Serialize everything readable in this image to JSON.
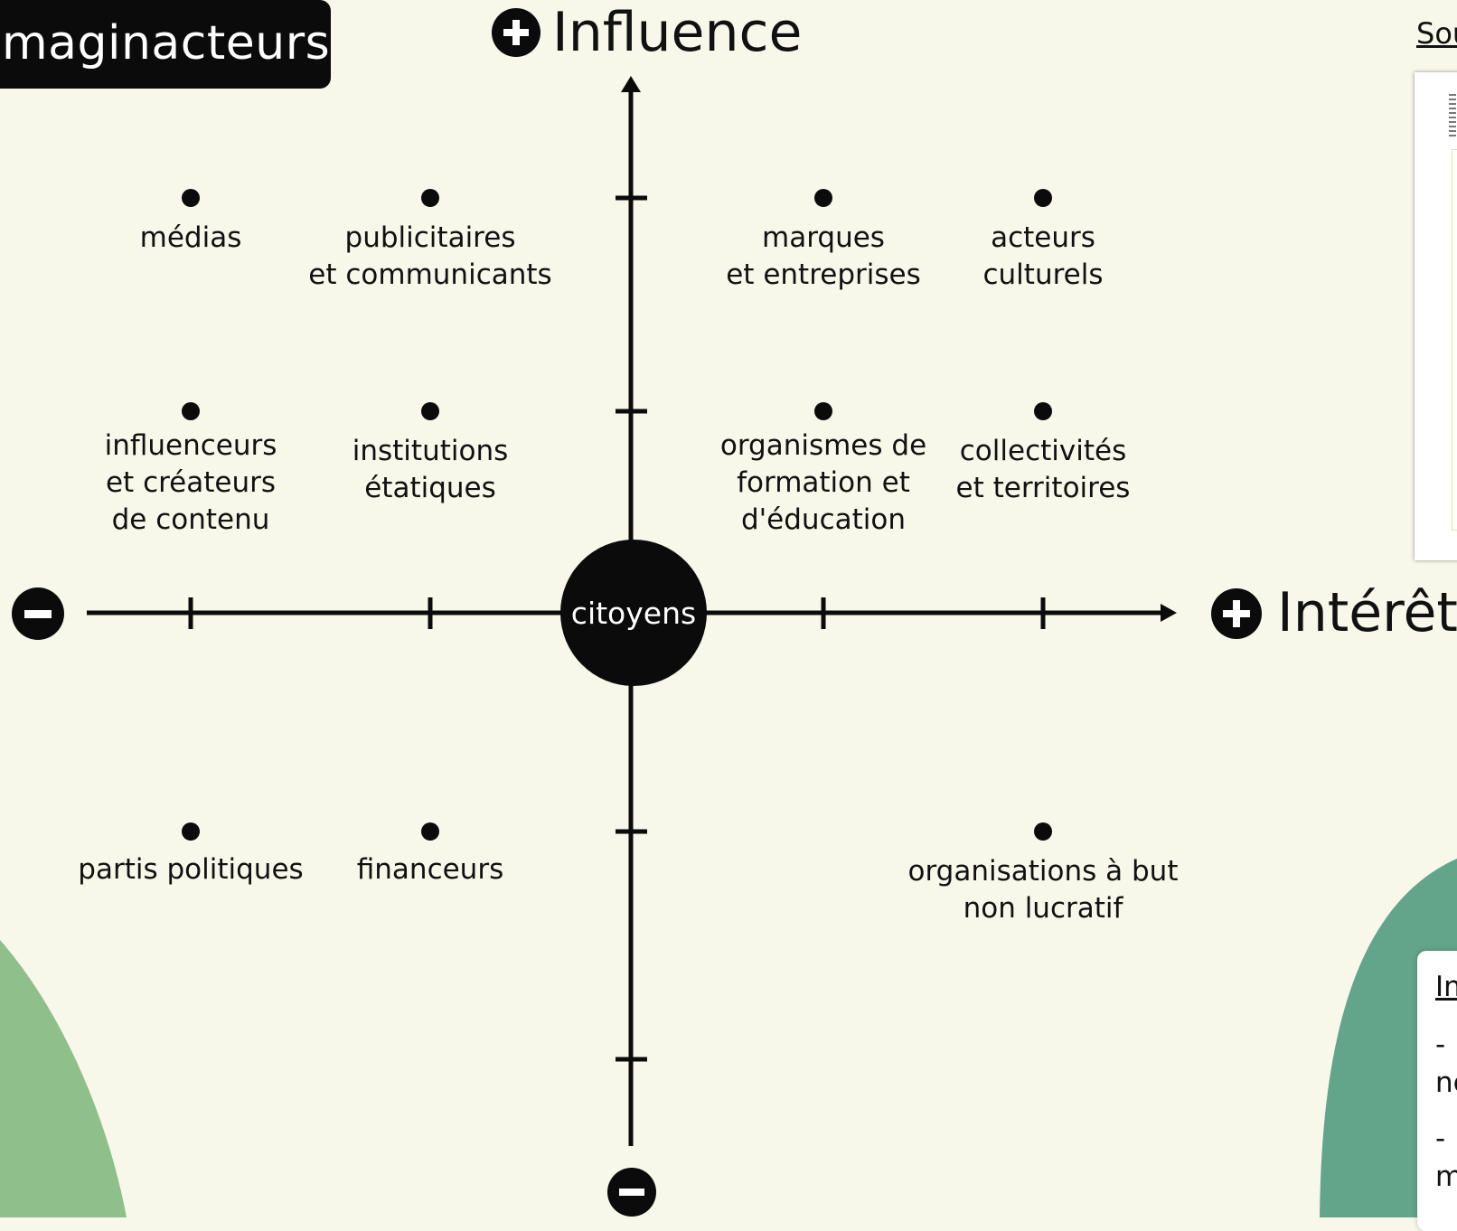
{
  "title": "maginacteurs",
  "axes": {
    "vertical": {
      "label": "Influence",
      "top_symbol": "+",
      "bottom_symbol": "−"
    },
    "horizontal": {
      "label": "Intérêt",
      "left_symbol": "−",
      "right_symbol": "+"
    }
  },
  "center": {
    "label": "citoyens"
  },
  "actors": [
    {
      "label": "médias",
      "interest": -2,
      "influence": 2
    },
    {
      "label": "publicitaires\net communicants",
      "interest": -1,
      "influence": 2
    },
    {
      "label": "marques\net entreprises",
      "interest": 1,
      "influence": 2
    },
    {
      "label": "acteurs\nculturels",
      "interest": 2,
      "influence": 2
    },
    {
      "label": "influenceurs\net créateurs\nde contenu",
      "interest": -2,
      "influence": 1
    },
    {
      "label": "institutions\nétatiques",
      "interest": -1,
      "influence": 1
    },
    {
      "label": "organismes de\nformation et\nd'éducation",
      "interest": 1,
      "influence": 1
    },
    {
      "label": "collectivités\net territoires",
      "interest": 2,
      "influence": 1
    },
    {
      "label": "partis politiques",
      "interest": -2,
      "influence": -1
    },
    {
      "label": "financeurs",
      "interest": -1,
      "influence": -1
    },
    {
      "label": "organisations à but\nnon lucratif",
      "interest": 2,
      "influence": -1
    }
  ],
  "source_link": {
    "label": "Sou"
  },
  "info_card": {
    "title": "In",
    "lines": [
      "-",
      "nc",
      "-",
      "m"
    ]
  },
  "colors": {
    "background": "#f8f8ea",
    "ink": "#0b0b0b",
    "blob_left": "#8fbf8a",
    "blob_right": "#63a58a"
  }
}
